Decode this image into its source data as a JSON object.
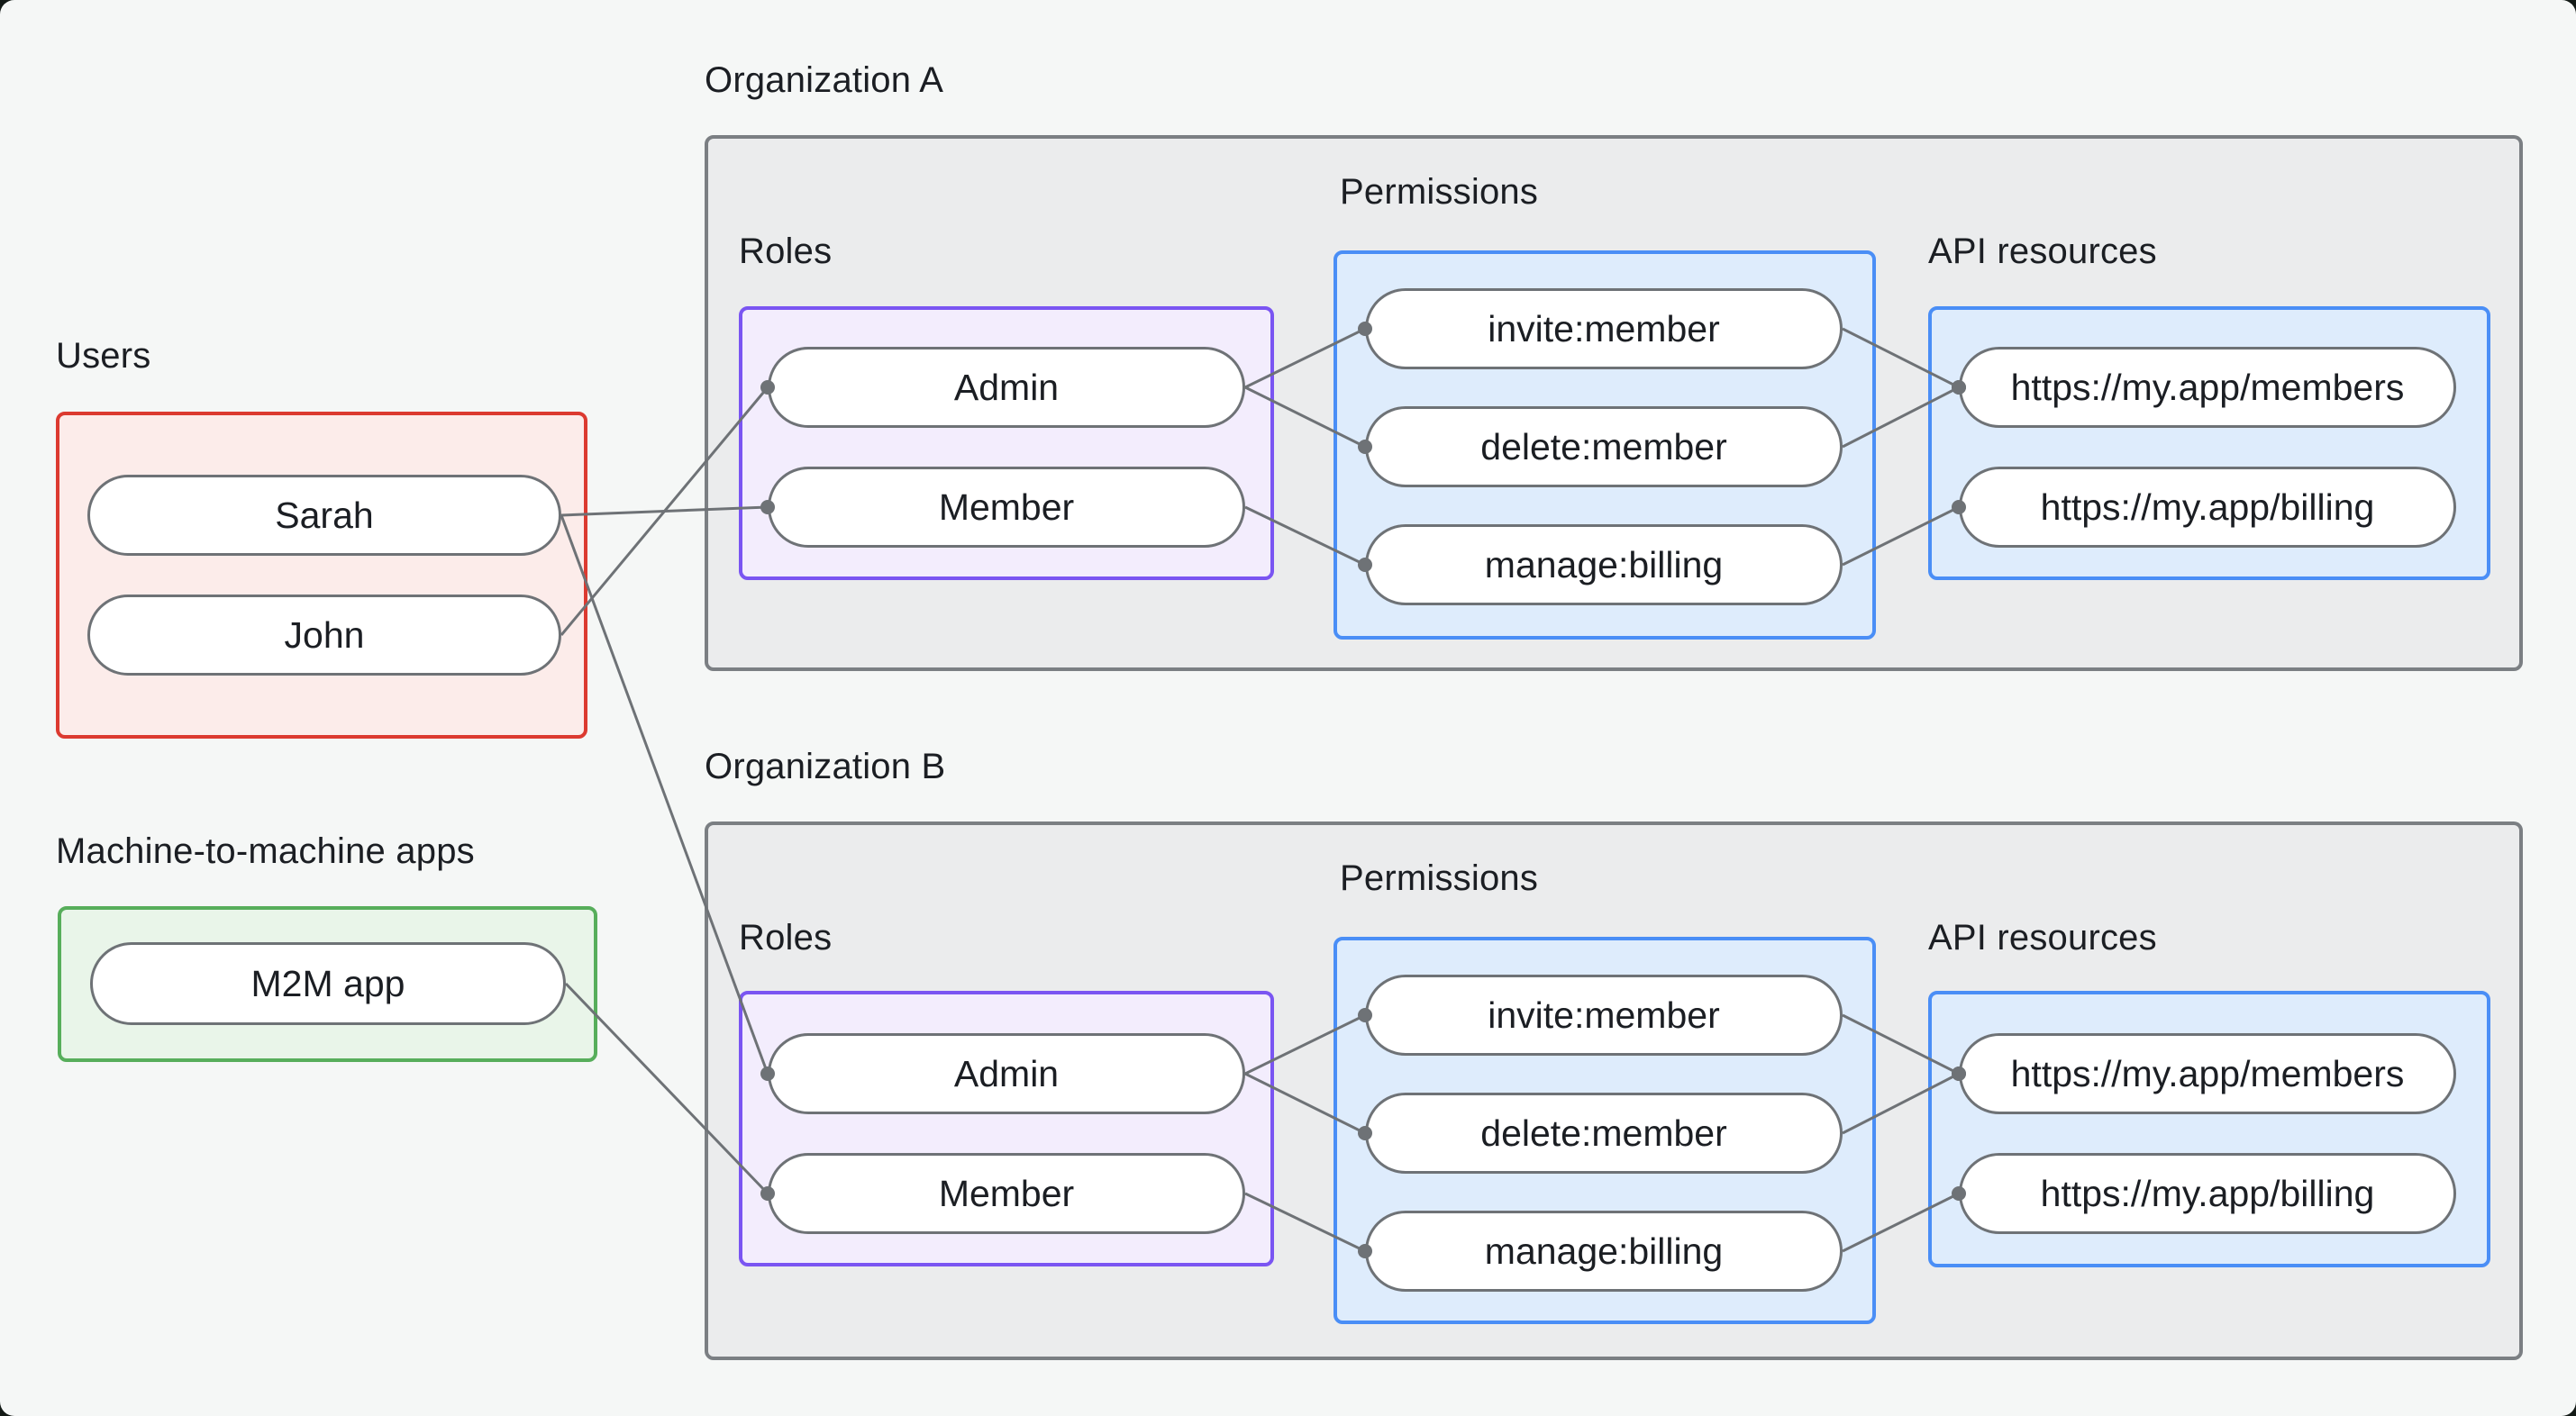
{
  "diagram_title": "Organization role-based access control diagram",
  "colors": {
    "background": "#f5f7f6",
    "text": "#1b1e23",
    "connector_line": "#6e7276",
    "users_border": "#dc3a30",
    "users_fill": "#fcecea",
    "m2m_border": "#57ae5b",
    "m2m_fill": "#e9f5e9",
    "roles_border": "#7a55f2",
    "roles_fill": "#f3edfd",
    "blue_border": "#4a8ef6",
    "blue_fill": "#deecfc",
    "org_border": "#7b7f83",
    "org_fill": "#ebeced"
  },
  "users": {
    "label": "Users",
    "items": [
      {
        "id": "sarah",
        "label": "Sarah"
      },
      {
        "id": "john",
        "label": "John"
      }
    ]
  },
  "m2m": {
    "label": "Machine-to-machine apps",
    "items": [
      {
        "id": "m2m",
        "label": "M2M app"
      }
    ]
  },
  "org_a": {
    "label": "Organization A",
    "roles": {
      "label": "Roles",
      "items": [
        {
          "id": "admin-a",
          "label": "Admin"
        },
        {
          "id": "member-a",
          "label": "Member"
        }
      ]
    },
    "permissions": {
      "label": "Permissions",
      "items": [
        {
          "id": "invite-a",
          "label": "invite:member"
        },
        {
          "id": "delete-a",
          "label": "delete:member"
        },
        {
          "id": "manage-a",
          "label": "manage:billing"
        }
      ]
    },
    "api": {
      "label": "API resources",
      "items": [
        {
          "id": "members-a",
          "label": "https://my.app/members"
        },
        {
          "id": "billing-a",
          "label": "https://my.app/billing"
        }
      ]
    }
  },
  "org_b": {
    "label": "Organization B",
    "roles": {
      "label": "Roles",
      "items": [
        {
          "id": "admin-b",
          "label": "Admin"
        },
        {
          "id": "member-b",
          "label": "Member"
        }
      ]
    },
    "permissions": {
      "label": "Permissions",
      "items": [
        {
          "id": "invite-b",
          "label": "invite:member"
        },
        {
          "id": "delete-b",
          "label": "delete:member"
        },
        {
          "id": "manage-b",
          "label": "manage:billing"
        }
      ]
    },
    "api": {
      "label": "API resources",
      "items": [
        {
          "id": "members-b",
          "label": "https://my.app/members"
        },
        {
          "id": "billing-b",
          "label": "https://my.app/billing"
        }
      ]
    }
  },
  "edges": [
    {
      "from": "sarah",
      "to": "member-a"
    },
    {
      "from": "sarah",
      "to": "admin-b"
    },
    {
      "from": "john",
      "to": "admin-a"
    },
    {
      "from": "m2m",
      "to": "member-b"
    },
    {
      "from": "admin-a",
      "to": "invite-a"
    },
    {
      "from": "admin-a",
      "to": "delete-a"
    },
    {
      "from": "member-a",
      "to": "manage-a"
    },
    {
      "from": "invite-a",
      "to": "members-a"
    },
    {
      "from": "delete-a",
      "to": "members-a"
    },
    {
      "from": "manage-a",
      "to": "billing-a"
    },
    {
      "from": "admin-b",
      "to": "invite-b"
    },
    {
      "from": "admin-b",
      "to": "delete-b"
    },
    {
      "from": "member-b",
      "to": "manage-b"
    },
    {
      "from": "invite-b",
      "to": "members-b"
    },
    {
      "from": "delete-b",
      "to": "members-b"
    },
    {
      "from": "manage-b",
      "to": "billing-b"
    }
  ]
}
